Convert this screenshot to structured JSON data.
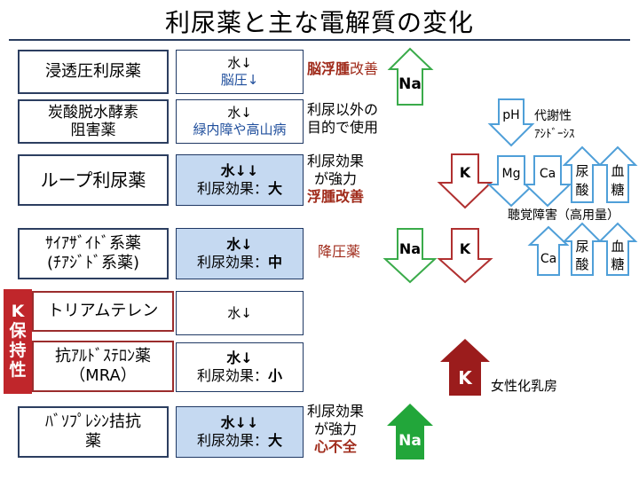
{
  "title": "利尿薬と主な電解質の変化",
  "k_sparing_label": [
    "K",
    "保",
    "持",
    "性"
  ],
  "drugs": [
    {
      "name": "浸透圧利尿薬",
      "effect1": "水↓",
      "effect2": "脳圧↓",
      "note1": "脳浮腫",
      "note2": "改善"
    },
    {
      "name1": "炭酸脱水酵素",
      "name2": "阻害薬",
      "effect1": "水↓",
      "effect2": "緑内障や高山病",
      "note1": "利尿以外の",
      "note2": "目的で使用"
    },
    {
      "name": "ループ利尿薬",
      "effect1": "水↓↓",
      "effect2_pre": "利尿効果：",
      "effect2_strong": "大",
      "note1": "利尿効果",
      "note2": "が強力",
      "note3": "浮腫改善"
    },
    {
      "name1": "ｻｲｱｻﾞｲﾄﾞ系薬",
      "name2": "(ﾁｱｼﾞﾄﾞ系薬)",
      "effect1": "水↓",
      "effect2_pre": "利尿効果：",
      "effect2_strong": "中",
      "note1": "降圧薬"
    },
    {
      "name": "トリアムテレン",
      "effect1": "水↓"
    },
    {
      "name1": "抗ｱﾙﾄﾞｽﾃﾛﾝ薬",
      "name2": "（MRA）",
      "effect1": "水↓",
      "effect2_pre": "利尿効果：",
      "effect2_strong": "小"
    },
    {
      "name1": "ﾊﾞｿﾌﾟﾚｼﾝ拮抗",
      "name2": "薬",
      "effect1": "水↓↓",
      "effect2_pre": "利尿効果：",
      "effect2_strong": "大",
      "note1": "利尿効果",
      "note2": "が強力",
      "note3": "心不全"
    }
  ],
  "arrows": {
    "na_up_1": "Na",
    "ph_down": "pH",
    "metabolic_note1": "代謝性",
    "metabolic_note2": "ｱｼﾄﾞｰｼｽ",
    "k_down_loop": "K",
    "mg_down": "Mg",
    "ca_down_loop": "Ca",
    "urate_up_1a": "尿",
    "urate_up_1b": "酸",
    "glucose_up_1a": "血",
    "glucose_up_1b": "糖",
    "hearing_note": "聴覚障害（高用量）",
    "na_down_thiazide": "Na",
    "k_down_thiazide": "K",
    "ca_up_thiazide": "Ca",
    "urate_up_2a": "尿",
    "urate_up_2b": "酸",
    "glucose_up_2a": "血",
    "glucose_up_2b": "糖",
    "k_up_mra": "K",
    "gynecomastia_note": "女性化乳房",
    "na_up_vaptan": "Na"
  },
  "colors": {
    "navy": "#2c3e60",
    "blue_text": "#1f4e9c",
    "dark_red": "#a02b1b",
    "k_label_red": "#c0262b",
    "arrow_green": "#3aab4a",
    "arrow_red": "#b03030",
    "arrow_blue": "#4f9fd8",
    "arrow_dark_red_fill": "#9b1c1c",
    "arrow_green_fill": "#22a63a",
    "shade_blue": "#c5d9f1"
  }
}
